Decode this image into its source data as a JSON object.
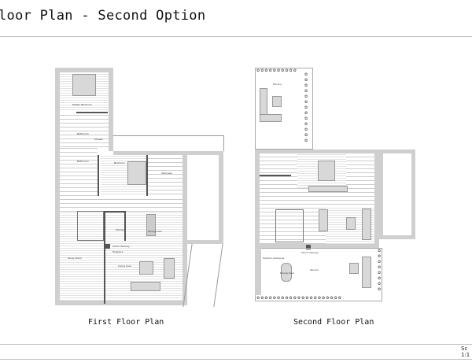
{
  "header": {
    "title": "loor Plan - Second Option"
  },
  "first_floor": {
    "caption": "First Floor Plan",
    "rooms": [
      "Master Bedroom",
      "Bathroom",
      "Shower",
      "Bathroom",
      "Bedroom",
      "Staircase",
      "Kitchen",
      "Dining Area",
      "Short chimney",
      "Fireplace",
      "Study Room",
      "Living Area"
    ]
  },
  "second_floor": {
    "caption": "Second Floor Plan",
    "rooms": [
      "Terrace",
      "Short chimney",
      "Outdoor barbecue",
      "Dining Area",
      "Terrace"
    ]
  },
  "footer": {
    "scale_label": "Sc",
    "scale_value": "1:1"
  }
}
